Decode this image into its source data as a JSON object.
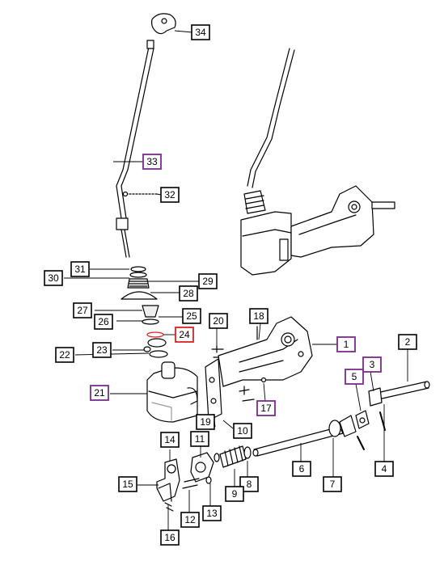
{
  "diagram": {
    "callouts": [
      {
        "id": "1",
        "style": "purple"
      },
      {
        "id": "2",
        "style": "black"
      },
      {
        "id": "3",
        "style": "purple"
      },
      {
        "id": "4",
        "style": "black"
      },
      {
        "id": "5",
        "style": "purple"
      },
      {
        "id": "6",
        "style": "black"
      },
      {
        "id": "7",
        "style": "black"
      },
      {
        "id": "8",
        "style": "black"
      },
      {
        "id": "9",
        "style": "black"
      },
      {
        "id": "10",
        "style": "black"
      },
      {
        "id": "11",
        "style": "black"
      },
      {
        "id": "12",
        "style": "black"
      },
      {
        "id": "13",
        "style": "black"
      },
      {
        "id": "14",
        "style": "black"
      },
      {
        "id": "15",
        "style": "black"
      },
      {
        "id": "16",
        "style": "black"
      },
      {
        "id": "17",
        "style": "purple"
      },
      {
        "id": "18",
        "style": "black"
      },
      {
        "id": "19",
        "style": "black"
      },
      {
        "id": "20",
        "style": "black"
      },
      {
        "id": "21",
        "style": "purple"
      },
      {
        "id": "22",
        "style": "black"
      },
      {
        "id": "23",
        "style": "black"
      },
      {
        "id": "24",
        "style": "red"
      },
      {
        "id": "25",
        "style": "black"
      },
      {
        "id": "26",
        "style": "black"
      },
      {
        "id": "27",
        "style": "black"
      },
      {
        "id": "28",
        "style": "black"
      },
      {
        "id": "29",
        "style": "black"
      },
      {
        "id": "30",
        "style": "black"
      },
      {
        "id": "31",
        "style": "black"
      },
      {
        "id": "32",
        "style": "black"
      },
      {
        "id": "33",
        "style": "purple"
      },
      {
        "id": "34",
        "style": "black"
      }
    ],
    "colors": {
      "line": "#000000",
      "black_box": "#000000",
      "purple_box": "#7b2a8c",
      "red_box": "#e02020",
      "part_fill": "#ffffff",
      "part_shade": "#d8d8d8"
    }
  }
}
